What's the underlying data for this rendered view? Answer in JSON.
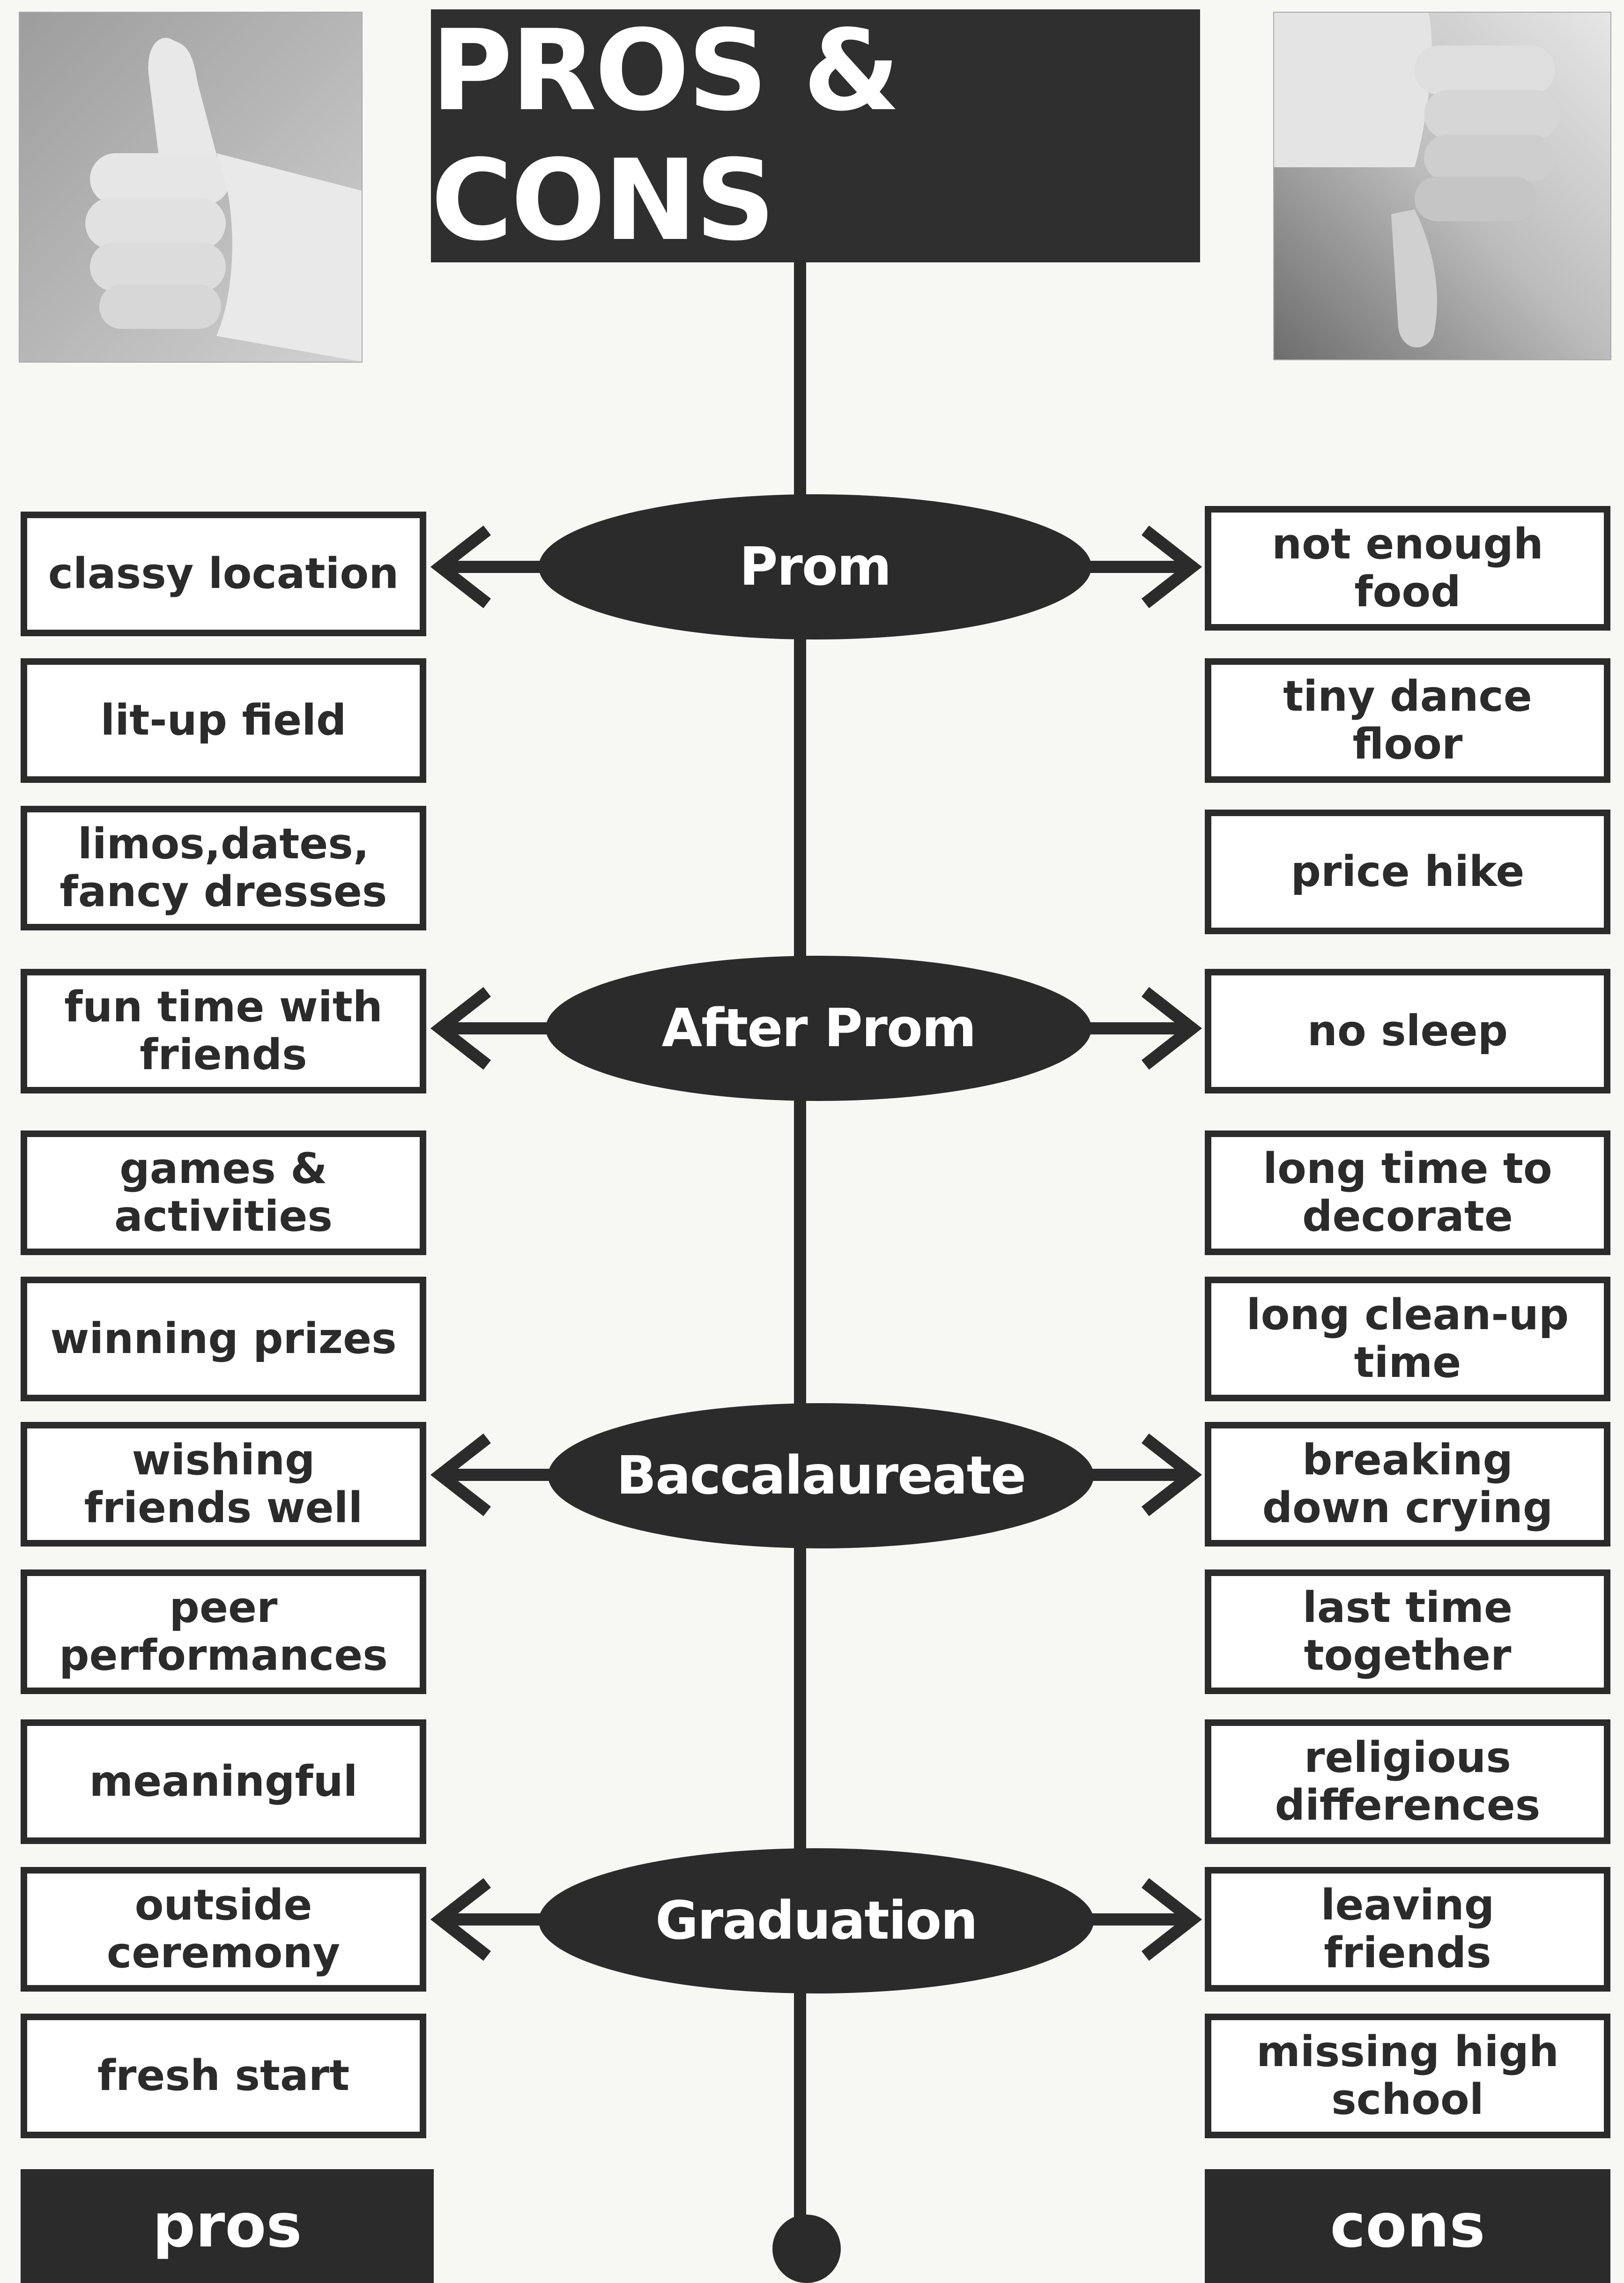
{
  "title": "PROS & CONS",
  "events": [
    "Prom",
    "After Prom",
    "Baccalaureate",
    "Graduation"
  ],
  "pros": [
    "classy location",
    "lit-up field",
    "limos,dates,\nfancy dresses",
    "fun time with\nfriends",
    "games &\nactivities",
    "winning prizes",
    "wishing\nfriends well",
    "peer\nperformances",
    "meaningful",
    "outside\nceremony",
    "fresh start"
  ],
  "cons": [
    "not enough\nfood",
    "tiny dance\nfloor",
    "price hike",
    "no sleep",
    "long time to\ndecorate",
    "long clean-up\ntime",
    "breaking\ndown crying",
    "last time\ntogether",
    "religious\ndifferences",
    "leaving\nfriends",
    "missing high\nschool"
  ],
  "pros_label": "pros",
  "cons_label": "cons",
  "colors": {
    "dark": "#2b2b2b",
    "background": "#f7f7f4",
    "box_fill": "#ffffff"
  },
  "icons": {
    "left_photo": "thumbs-up-icon",
    "right_photo": "thumbs-down-icon"
  }
}
